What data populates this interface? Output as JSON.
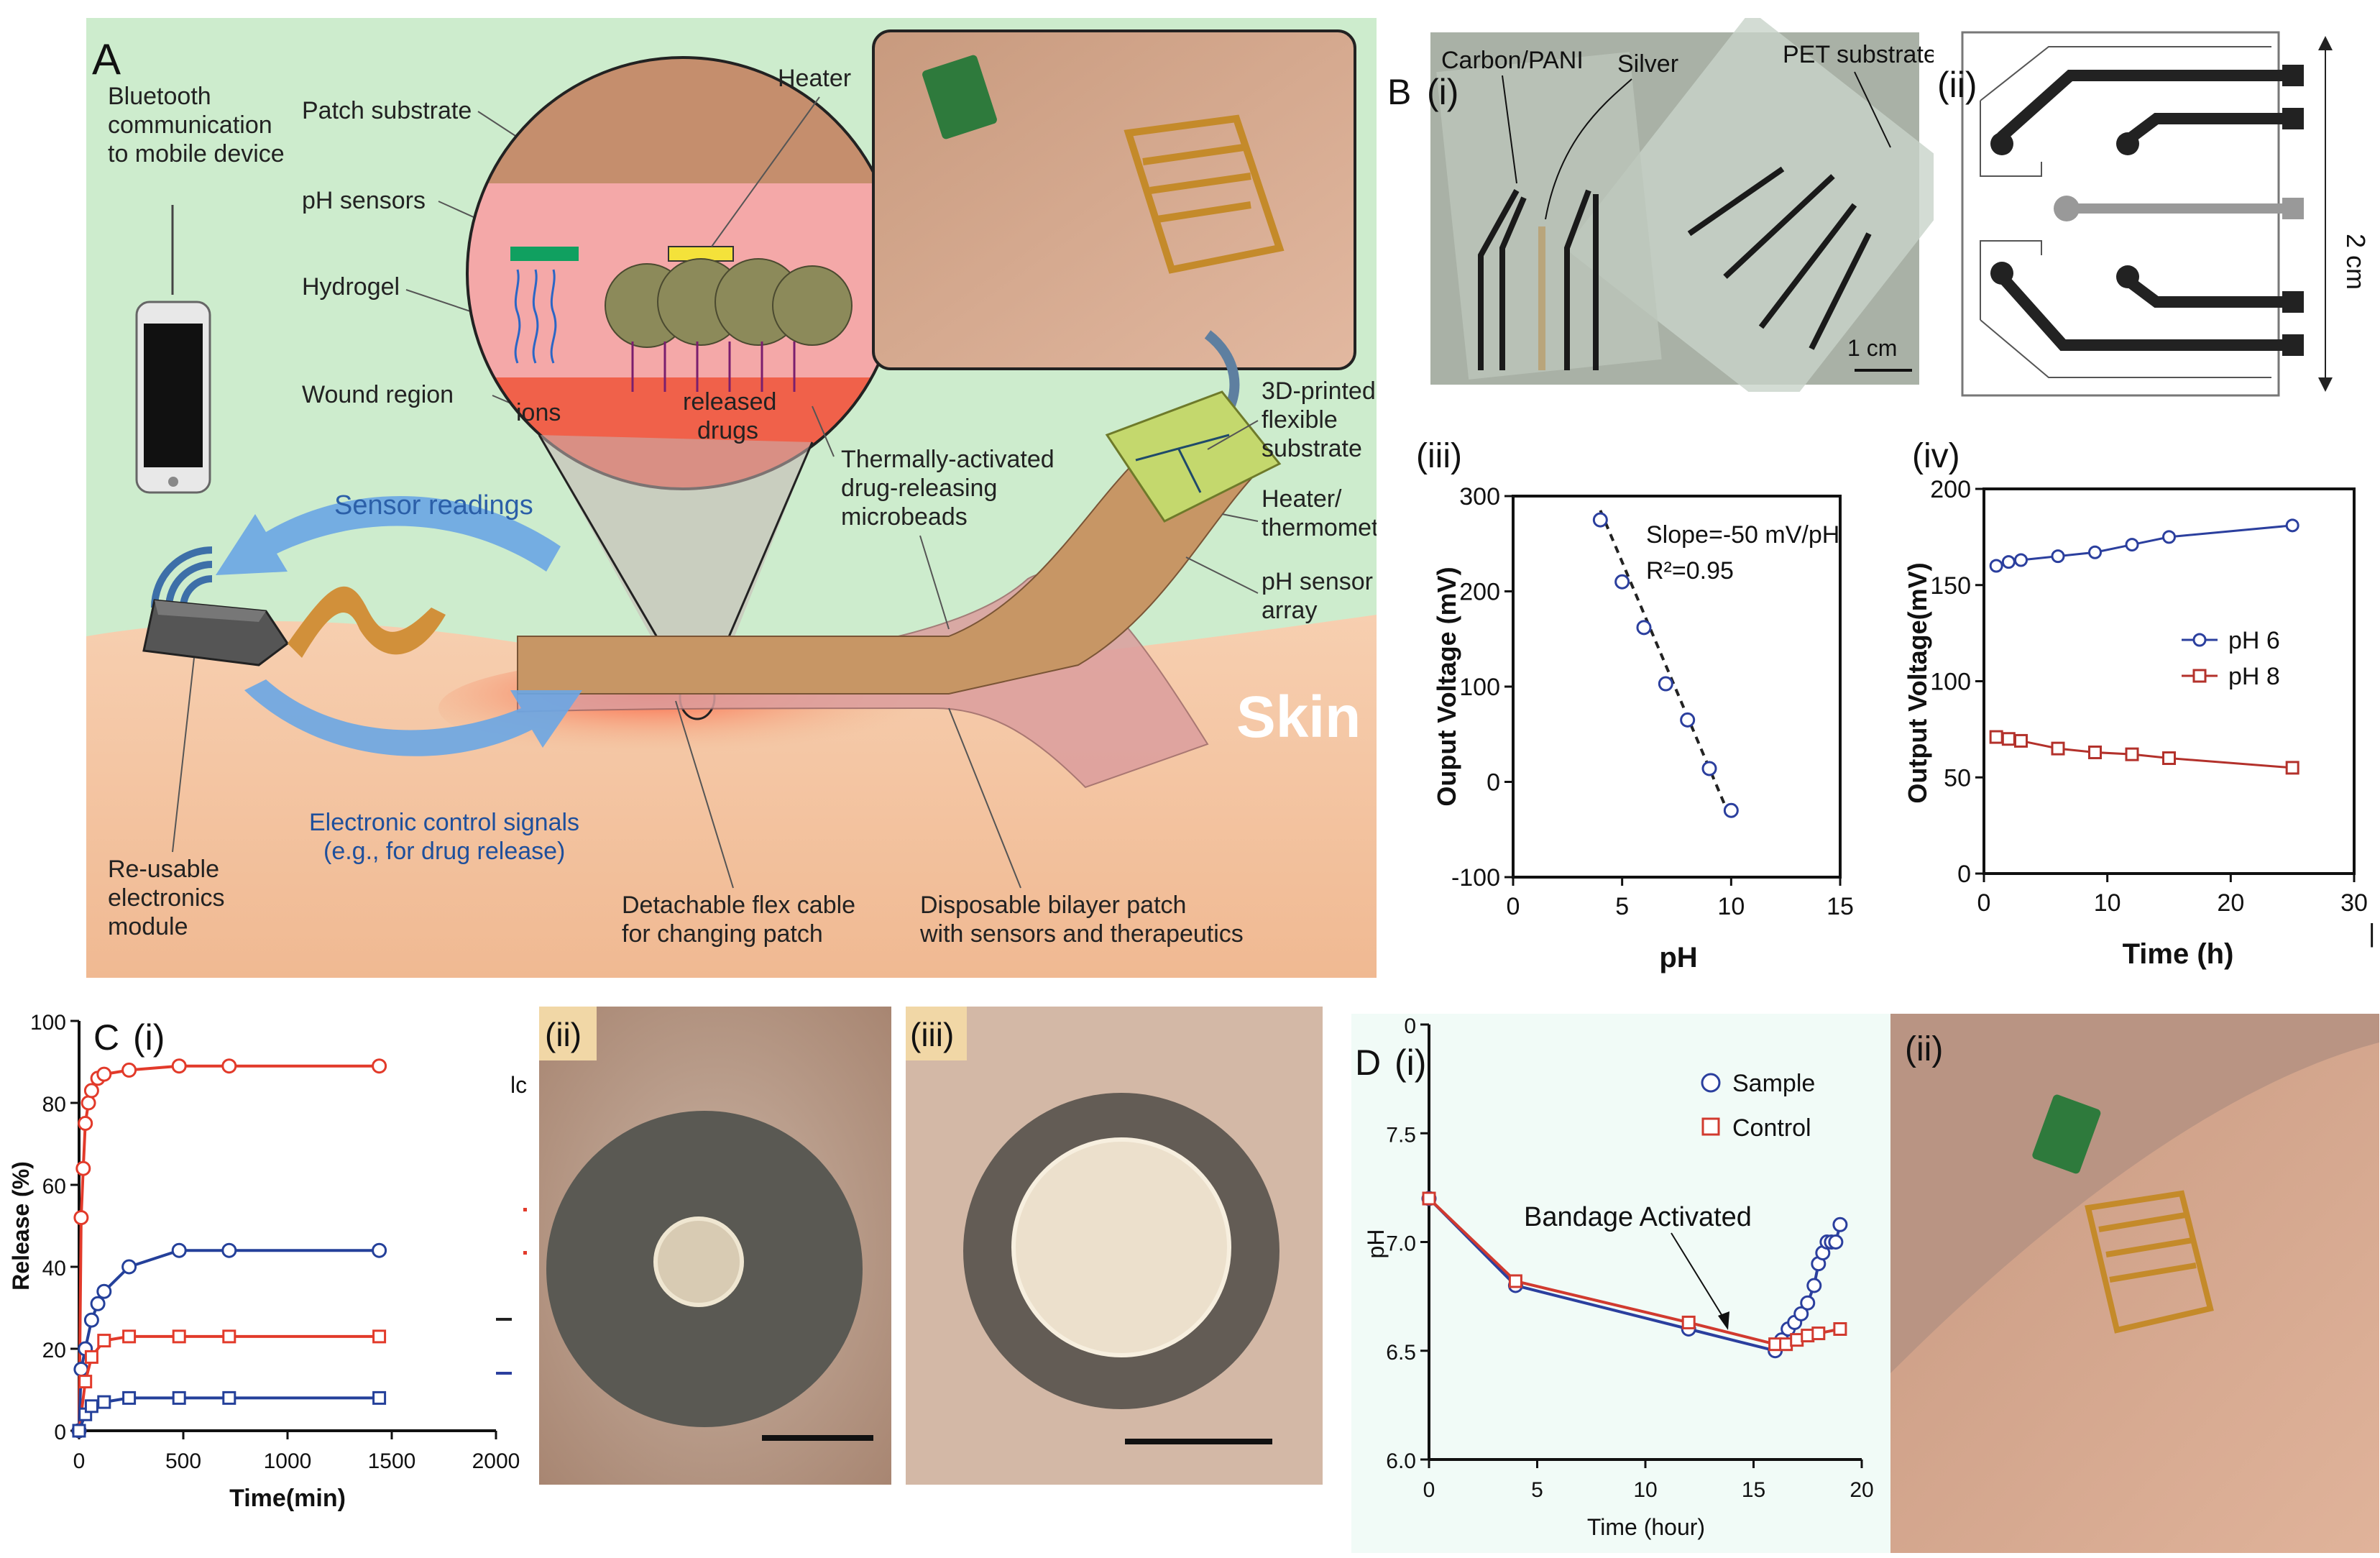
{
  "panel_a": {
    "letter": "A",
    "bluetooth": [
      "Bluetooth",
      "communication",
      "to mobile device"
    ],
    "patch_substrate": "Patch substrate",
    "ph_sensors": "pH sensors",
    "hydrogel": "Hydrogel",
    "wound_region": "Wound region",
    "heater": "Heater",
    "ions": "ions",
    "released_drugs": [
      "released",
      "drugs"
    ],
    "microbeads": [
      "Thermally-activated",
      "drug-releasing",
      "microbeads"
    ],
    "printed_substrate": [
      "3D-printed",
      "flexible",
      "substrate"
    ],
    "heater_thermometer": [
      "Heater/",
      "thermometer"
    ],
    "ph_array": [
      "pH sensor",
      "array"
    ],
    "sensor_readings": "Sensor readings",
    "skin": "Skin",
    "control_signals": [
      "Electronic control signals",
      "(e.g., for drug release)"
    ],
    "electronics_module": [
      "Re-usable",
      "electronics",
      "module"
    ],
    "flex_cable": [
      "Detachable flex cable",
      "for changing patch"
    ],
    "bilayer_patch": [
      "Disposable bilayer patch",
      "with sensors and therapeutics"
    ],
    "colors": {
      "background": "#cdeccd",
      "skin": "#f4c7a2",
      "wound": "#ef6b4f",
      "arrow": "#6aa6e4"
    }
  },
  "panel_b": {
    "letter": "B",
    "i": {
      "label": "(i)",
      "carbon": "Carbon/PANI",
      "silver": "Silver",
      "pet": "PET substrate",
      "scale": "1 cm"
    },
    "ii": {
      "label": "(ii)",
      "dimension": "2 cm"
    },
    "iii": {
      "label": "(iii)",
      "slope": "Slope=-50 mV/pH",
      "r2": "R²=0.95"
    },
    "iv": {
      "label": "(iv)"
    },
    "tail_mark": "|"
  },
  "panel_c": {
    "letter": "C",
    "i": {
      "label": "(i)",
      "edge_text": "lc"
    },
    "ii": {
      "label": "(ii)"
    },
    "iii": {
      "label": "(iii)"
    }
  },
  "panel_d": {
    "letter": "D",
    "i": {
      "label": "(i)",
      "annotation": "Bandage Activated"
    },
    "ii": {
      "label": "(ii)"
    }
  },
  "chart_data": [
    {
      "id": "B-iii",
      "type": "scatter",
      "xlabel": "pH",
      "ylabel": "Ouput Voltage (mV)",
      "xlim": [
        0,
        15
      ],
      "ylim": [
        -100,
        300
      ],
      "xticks": [
        "0",
        "5",
        "10",
        "15"
      ],
      "yticks": [
        "-100",
        "0",
        "100",
        "200",
        "300"
      ],
      "series": [
        {
          "color": "#2b3f9e",
          "x": [
            4,
            5,
            6,
            7,
            8,
            9,
            10
          ],
          "y": [
            275,
            210,
            162,
            103,
            65,
            14,
            -30
          ]
        }
      ],
      "fit": {
        "x": [
          4,
          10
        ],
        "y": [
          285,
          -40
        ]
      },
      "annotations": [
        "Slope=-50 mV/pH",
        "R²=0.95"
      ]
    },
    {
      "id": "B-iv",
      "type": "line",
      "xlabel": "Time (h)",
      "ylabel": "Output Voltage(mV)",
      "xlim": [
        0,
        30
      ],
      "ylim": [
        0,
        200
      ],
      "xticks": [
        "0",
        "10",
        "20",
        "30"
      ],
      "yticks": [
        "0",
        "50",
        "100",
        "150",
        "200"
      ],
      "legend": "right",
      "series": [
        {
          "name": "pH 6",
          "color": "#2b3f9e",
          "marker": "circle",
          "x": [
            1,
            2,
            3,
            6,
            9,
            12,
            15,
            25
          ],
          "y": [
            160,
            162,
            163,
            165,
            167,
            171,
            175,
            181
          ]
        },
        {
          "name": "pH 8",
          "color": "#b3312b",
          "marker": "square",
          "x": [
            1,
            2,
            3,
            6,
            9,
            12,
            15,
            25
          ],
          "y": [
            71,
            70,
            69,
            65,
            63,
            62,
            60,
            55
          ]
        }
      ]
    },
    {
      "id": "C-i",
      "type": "line",
      "xlabel": "Time(min)",
      "ylabel": "Release (%)",
      "xlim": [
        0,
        2000
      ],
      "ylim": [
        0,
        100
      ],
      "xticks": [
        "0",
        "500",
        "1000",
        "1500",
        "2000"
      ],
      "yticks": [
        "0",
        "20",
        "40",
        "60",
        "80",
        "100"
      ],
      "series": [
        {
          "color": "#e23a2a",
          "marker": "circle",
          "x": [
            0,
            10,
            20,
            30,
            45,
            60,
            90,
            120,
            240,
            480,
            720,
            1440
          ],
          "y": [
            0,
            52,
            64,
            75,
            80,
            83,
            86,
            87,
            88,
            89,
            89,
            89
          ]
        },
        {
          "color": "#24409a",
          "marker": "circle",
          "x": [
            0,
            10,
            30,
            60,
            90,
            120,
            240,
            480,
            720,
            1440
          ],
          "y": [
            0,
            15,
            20,
            27,
            31,
            34,
            40,
            44,
            44,
            44
          ]
        },
        {
          "color": "#e23a2a",
          "marker": "square",
          "x": [
            0,
            30,
            60,
            120,
            240,
            480,
            720,
            1440
          ],
          "y": [
            0,
            12,
            18,
            22,
            23,
            23,
            23,
            23
          ]
        },
        {
          "color": "#24409a",
          "marker": "square",
          "x": [
            0,
            30,
            60,
            120,
            240,
            480,
            720,
            1440
          ],
          "y": [
            0,
            4,
            6,
            7,
            8,
            8,
            8,
            8
          ]
        }
      ]
    },
    {
      "id": "D-i",
      "type": "line",
      "xlabel": "Time (hour)",
      "ylabel": "pH",
      "xlim": [
        0,
        20
      ],
      "ylim": [
        6.0,
        8.0
      ],
      "xticks": [
        "0",
        "5",
        "10",
        "15",
        "20"
      ],
      "yticks": [
        "6.0",
        "6.5",
        "7.0",
        "7.5",
        "0"
      ],
      "legend": "top-right",
      "series": [
        {
          "name": "Sample",
          "color": "#2b3f9e",
          "marker": "circle",
          "x": [
            0,
            4,
            12,
            16,
            16.3,
            16.6,
            16.9,
            17.2,
            17.5,
            17.8,
            18.0,
            18.2,
            18.4,
            18.6,
            18.8,
            19.0
          ],
          "y": [
            7.2,
            6.8,
            6.6,
            6.5,
            6.55,
            6.6,
            6.63,
            6.67,
            6.72,
            6.8,
            6.9,
            6.95,
            7.0,
            7.0,
            7.0,
            7.08
          ]
        },
        {
          "name": "Control",
          "color": "#d13a2f",
          "marker": "square",
          "x": [
            0,
            4,
            12,
            16,
            16.5,
            17,
            17.5,
            18,
            19
          ],
          "y": [
            7.2,
            6.82,
            6.63,
            6.53,
            6.53,
            6.55,
            6.57,
            6.58,
            6.6
          ]
        }
      ]
    }
  ]
}
